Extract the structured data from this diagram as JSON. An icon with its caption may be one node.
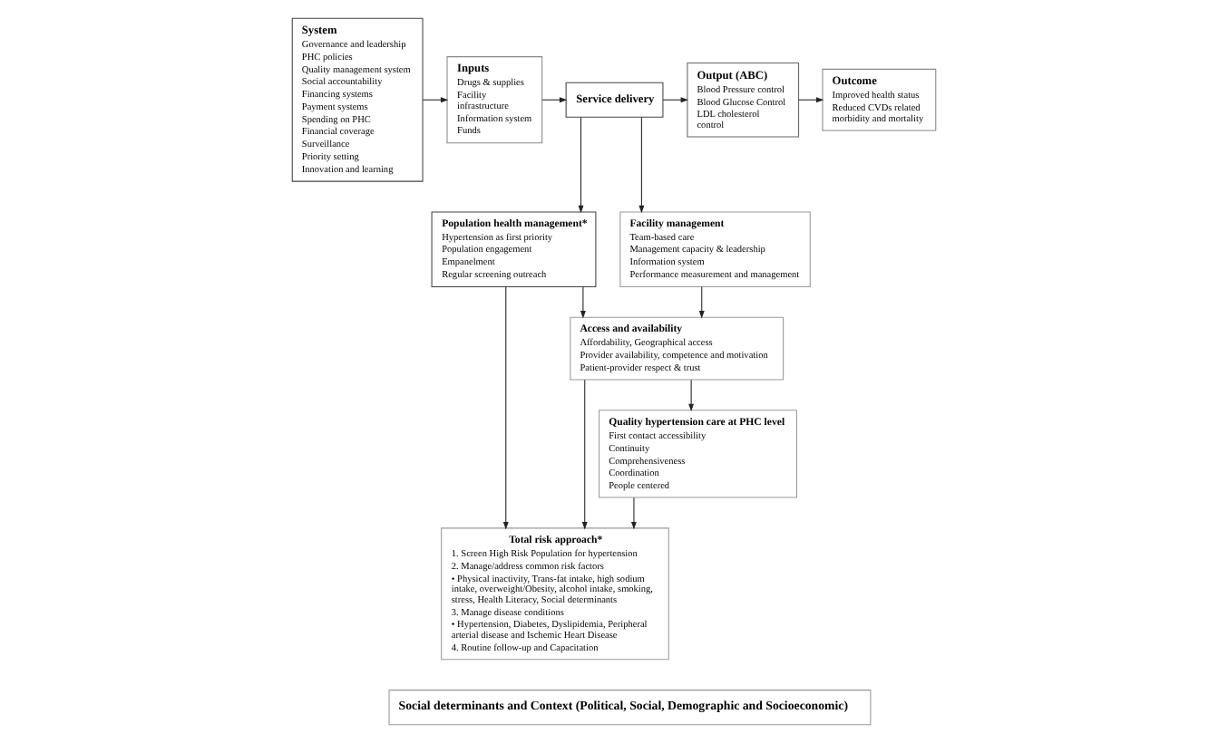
{
  "diagram": {
    "nodes": [
      {
        "text": [
          "System",
          "Governance and leadership",
          "PHC policies",
          "Quality management system",
          "Social accountability",
          "Financing systems",
          "Payment systems",
          "Spending on PHC",
          "Financial coverage",
          "Surveillance",
          "Priority setting",
          "Innovation and learning"
        ]
      },
      {
        "text": [
          "Inputs",
          "Drugs & supplies",
          "Facility infrastructure",
          "Information system",
          "Funds"
        ]
      },
      {
        "text": [
          "Service delivery"
        ]
      },
      {
        "text": [
          "Output (ABC)",
          "Blood Pressure control",
          "Blood Glucose Control",
          "LDL cholesterol control"
        ]
      },
      {
        "text": [
          "Outcome",
          "Improved health status",
          "Reduced CVDs related morbidity and mortality"
        ]
      },
      {
        "text": [
          "Population health management*",
          "Hypertension as first priority",
          "Population engagement",
          "Empanelment",
          "Regular screening outreach"
        ]
      },
      {
        "text": [
          "Facility management",
          "Team-based care",
          "Management capacity & leadership",
          "Information system",
          "Performance measurement and management"
        ]
      },
      {
        "text": [
          "Total risk approach*",
          "1. Screen High Risk Population for hypertension",
          "2. Manage/address common risk factors",
          "• Physical inactivity, Trans-fat intake, high sodium intake, overweight/Obesity, alcohol intake, smoking, stress, Health Literacy, Social determinants",
          "3. Manage disease conditions",
          "• Hypertension, Diabetes, Dyslipidemia, Peripheral arterial disease and Ischemic Heart Disease",
          "4. Routine follow-up and Capacitation"
        ]
      },
      {
        "text": [
          "Access and availability",
          "Affordability, Geographical access",
          "Provider availability, competence and motivation",
          "Patient-provider respect & trust"
        ]
      },
      {
        "text": [
          "Quality hypertension care at PHC level",
          "First contact accessibility",
          "Continuity",
          "Comprehensiveness",
          "Coordination",
          "People centered"
        ]
      },
      {
        "text": [
          "Social determinants and Context (Political, Social, Demographic and Socioeconomic)"
        ]
      }
    ],
    "edges": [
      {
        "from": 0,
        "to": 1,
        "arrow": "to"
      },
      {
        "from": 1,
        "to": 2,
        "arrow": "to"
      },
      {
        "from": 2,
        "to": 3,
        "arrow": "to"
      },
      {
        "from": 3,
        "to": 4,
        "arrow": "to"
      },
      {
        "from": 2,
        "to": 5,
        "arrow": "to"
      },
      {
        "from": 2,
        "to": 6,
        "arrow": "to"
      },
      {
        "from": 5,
        "to": 7,
        "arrow": "to"
      },
      {
        "from": 5,
        "to": 8,
        "arrow": "to"
      },
      {
        "from": 6,
        "to": 8,
        "arrow": "to"
      },
      {
        "from": 8,
        "to": 7,
        "arrow": "to"
      },
      {
        "from": 8,
        "to": 9,
        "arrow": "to"
      },
      {
        "from": 9,
        "to": 7,
        "arrow": "to"
      }
    ]
  }
}
